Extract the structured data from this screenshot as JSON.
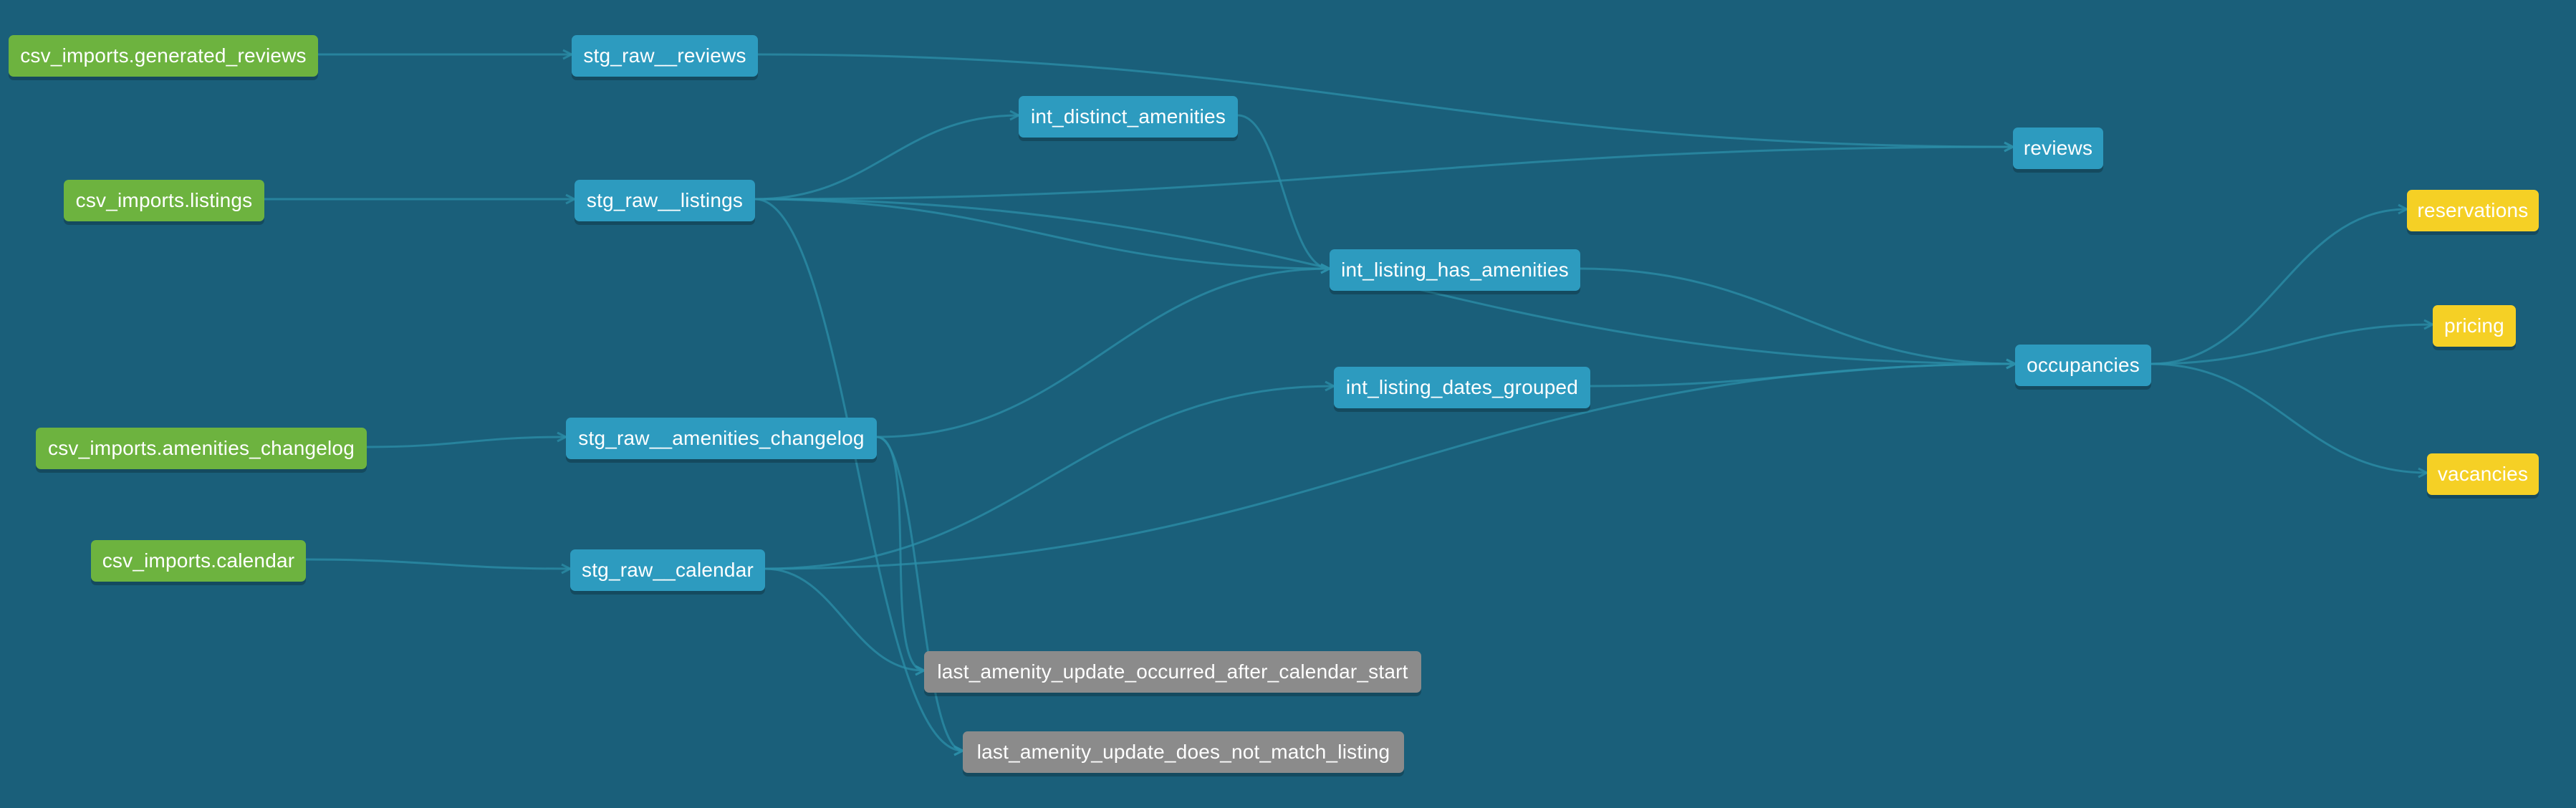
{
  "colors": {
    "background": "#1a5f7a",
    "source": "#6db33f",
    "model": "#2d9bbf",
    "test": "#8b8b8b",
    "exposure": "#f5d025",
    "edge": "#2c8fa9"
  },
  "nodes": {
    "src_reviews": "csv_imports.generated_reviews",
    "src_listings": "csv_imports.listings",
    "src_amenities_changelog": "csv_imports.amenities_changelog",
    "src_calendar": "csv_imports.calendar",
    "stg_reviews": "stg_raw__reviews",
    "stg_listings": "stg_raw__listings",
    "stg_amenities_changelog": "stg_raw__amenities_changelog",
    "stg_calendar": "stg_raw__calendar",
    "int_distinct_amenities": "int_distinct_amenities",
    "int_listing_has_amenities": "int_listing_has_amenities",
    "int_listing_dates_grouped": "int_listing_dates_grouped",
    "reviews": "reviews",
    "occupancies": "occupancies",
    "reservations": "reservations",
    "pricing": "pricing",
    "vacancies": "vacancies",
    "test_after_calendar_start": "last_amenity_update_occurred_after_calendar_start",
    "test_not_match_listing": "last_amenity_update_does_not_match_listing"
  },
  "edges": [
    [
      "src_reviews",
      "stg_reviews"
    ],
    [
      "src_listings",
      "stg_listings"
    ],
    [
      "src_amenities_changelog",
      "stg_amenities_changelog"
    ],
    [
      "src_calendar",
      "stg_calendar"
    ],
    [
      "stg_reviews",
      "reviews"
    ],
    [
      "stg_listings",
      "int_distinct_amenities"
    ],
    [
      "stg_listings",
      "reviews"
    ],
    [
      "stg_listings",
      "int_listing_has_amenities"
    ],
    [
      "stg_listings",
      "occupancies"
    ],
    [
      "stg_listings",
      "test_not_match_listing"
    ],
    [
      "int_distinct_amenities",
      "int_listing_has_amenities"
    ],
    [
      "int_listing_has_amenities",
      "occupancies"
    ],
    [
      "int_listing_dates_grouped",
      "occupancies"
    ],
    [
      "stg_calendar",
      "int_listing_dates_grouped"
    ],
    [
      "stg_calendar",
      "occupancies"
    ],
    [
      "stg_calendar",
      "test_after_calendar_start"
    ],
    [
      "stg_amenities_changelog",
      "test_after_calendar_start"
    ],
    [
      "stg_amenities_changelog",
      "test_not_match_listing"
    ],
    [
      "stg_amenities_changelog",
      "int_listing_has_amenities"
    ],
    [
      "occupancies",
      "reservations"
    ],
    [
      "occupancies",
      "pricing"
    ],
    [
      "occupancies",
      "vacancies"
    ]
  ]
}
